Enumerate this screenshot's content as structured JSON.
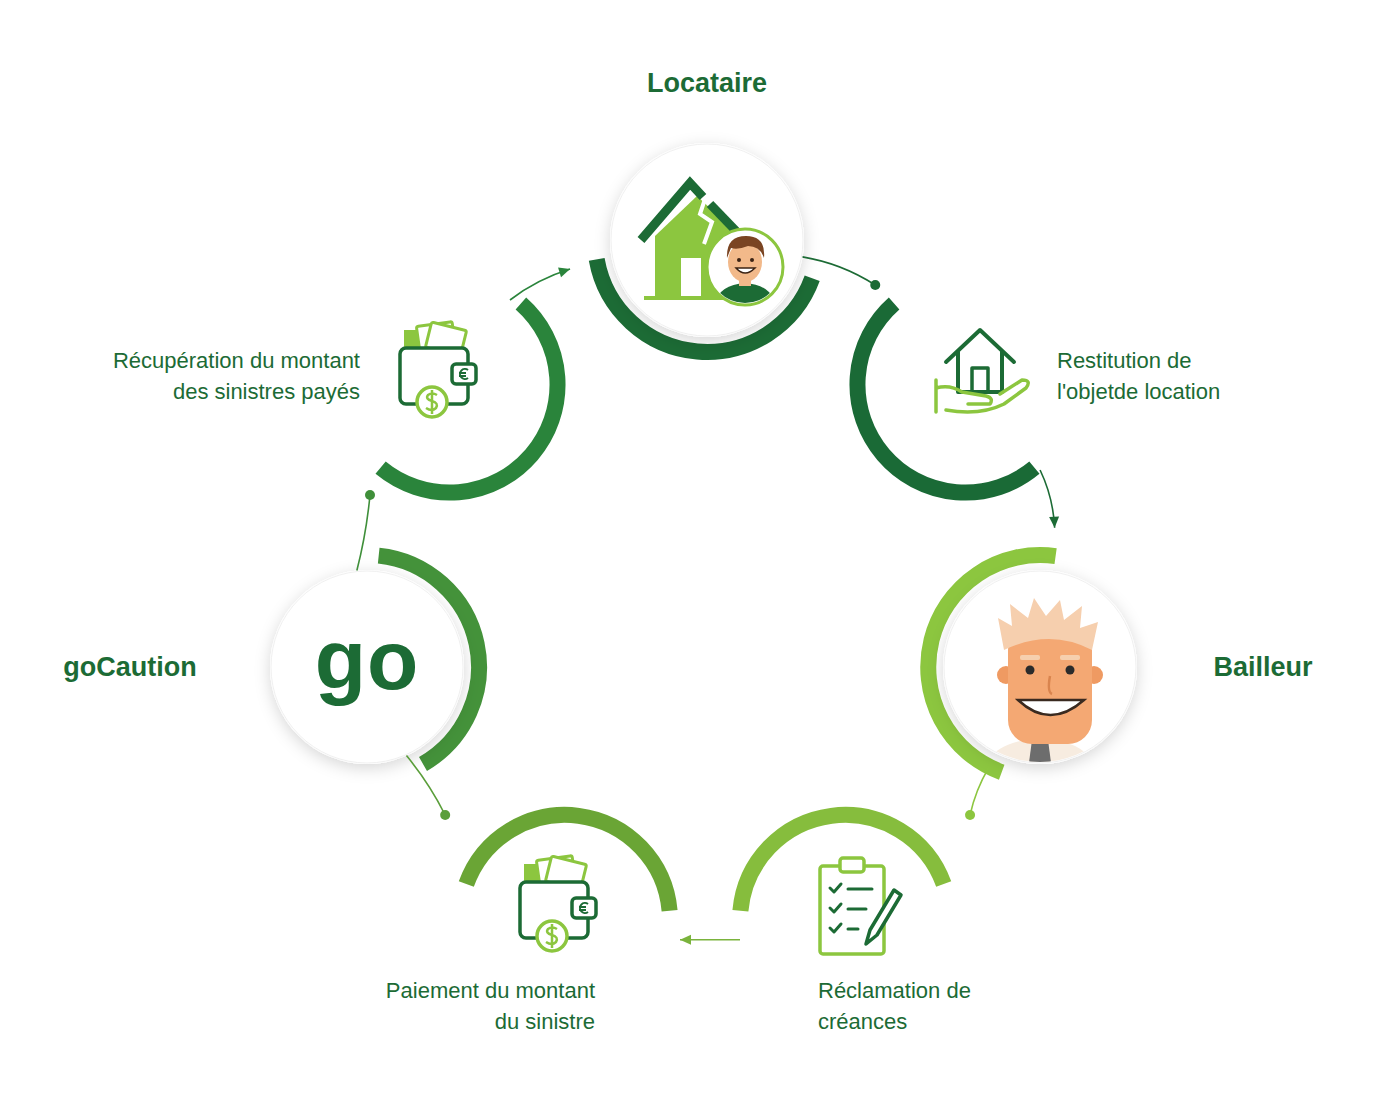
{
  "diagram": {
    "nodes": [
      {
        "text": [
          "Locataire"
        ]
      },
      {
        "text": [
          "Récupération du montant des sinistres payés"
        ]
      },
      {
        "text": [
          "Restitution de l'objetde location"
        ]
      },
      {
        "text": [
          "goCaution",
          "go"
        ]
      },
      {
        "text": [
          "Bailleur"
        ]
      },
      {
        "text": [
          "Paiement du montant du sinistre"
        ]
      },
      {
        "text": [
          "Réclamation de créances"
        ]
      }
    ],
    "edges": [
      {
        "from": 0,
        "to": 2,
        "arrow": "none"
      },
      {
        "from": 2,
        "to": 4,
        "arrow": "to"
      },
      {
        "from": 4,
        "to": 6,
        "arrow": "none"
      },
      {
        "from": 6,
        "to": 5,
        "arrow": "to"
      },
      {
        "from": 3,
        "to": 5,
        "arrow": "none"
      },
      {
        "from": 3,
        "to": 1,
        "arrow": "none"
      },
      {
        "from": 1,
        "to": 0,
        "arrow": "to"
      }
    ]
  }
}
